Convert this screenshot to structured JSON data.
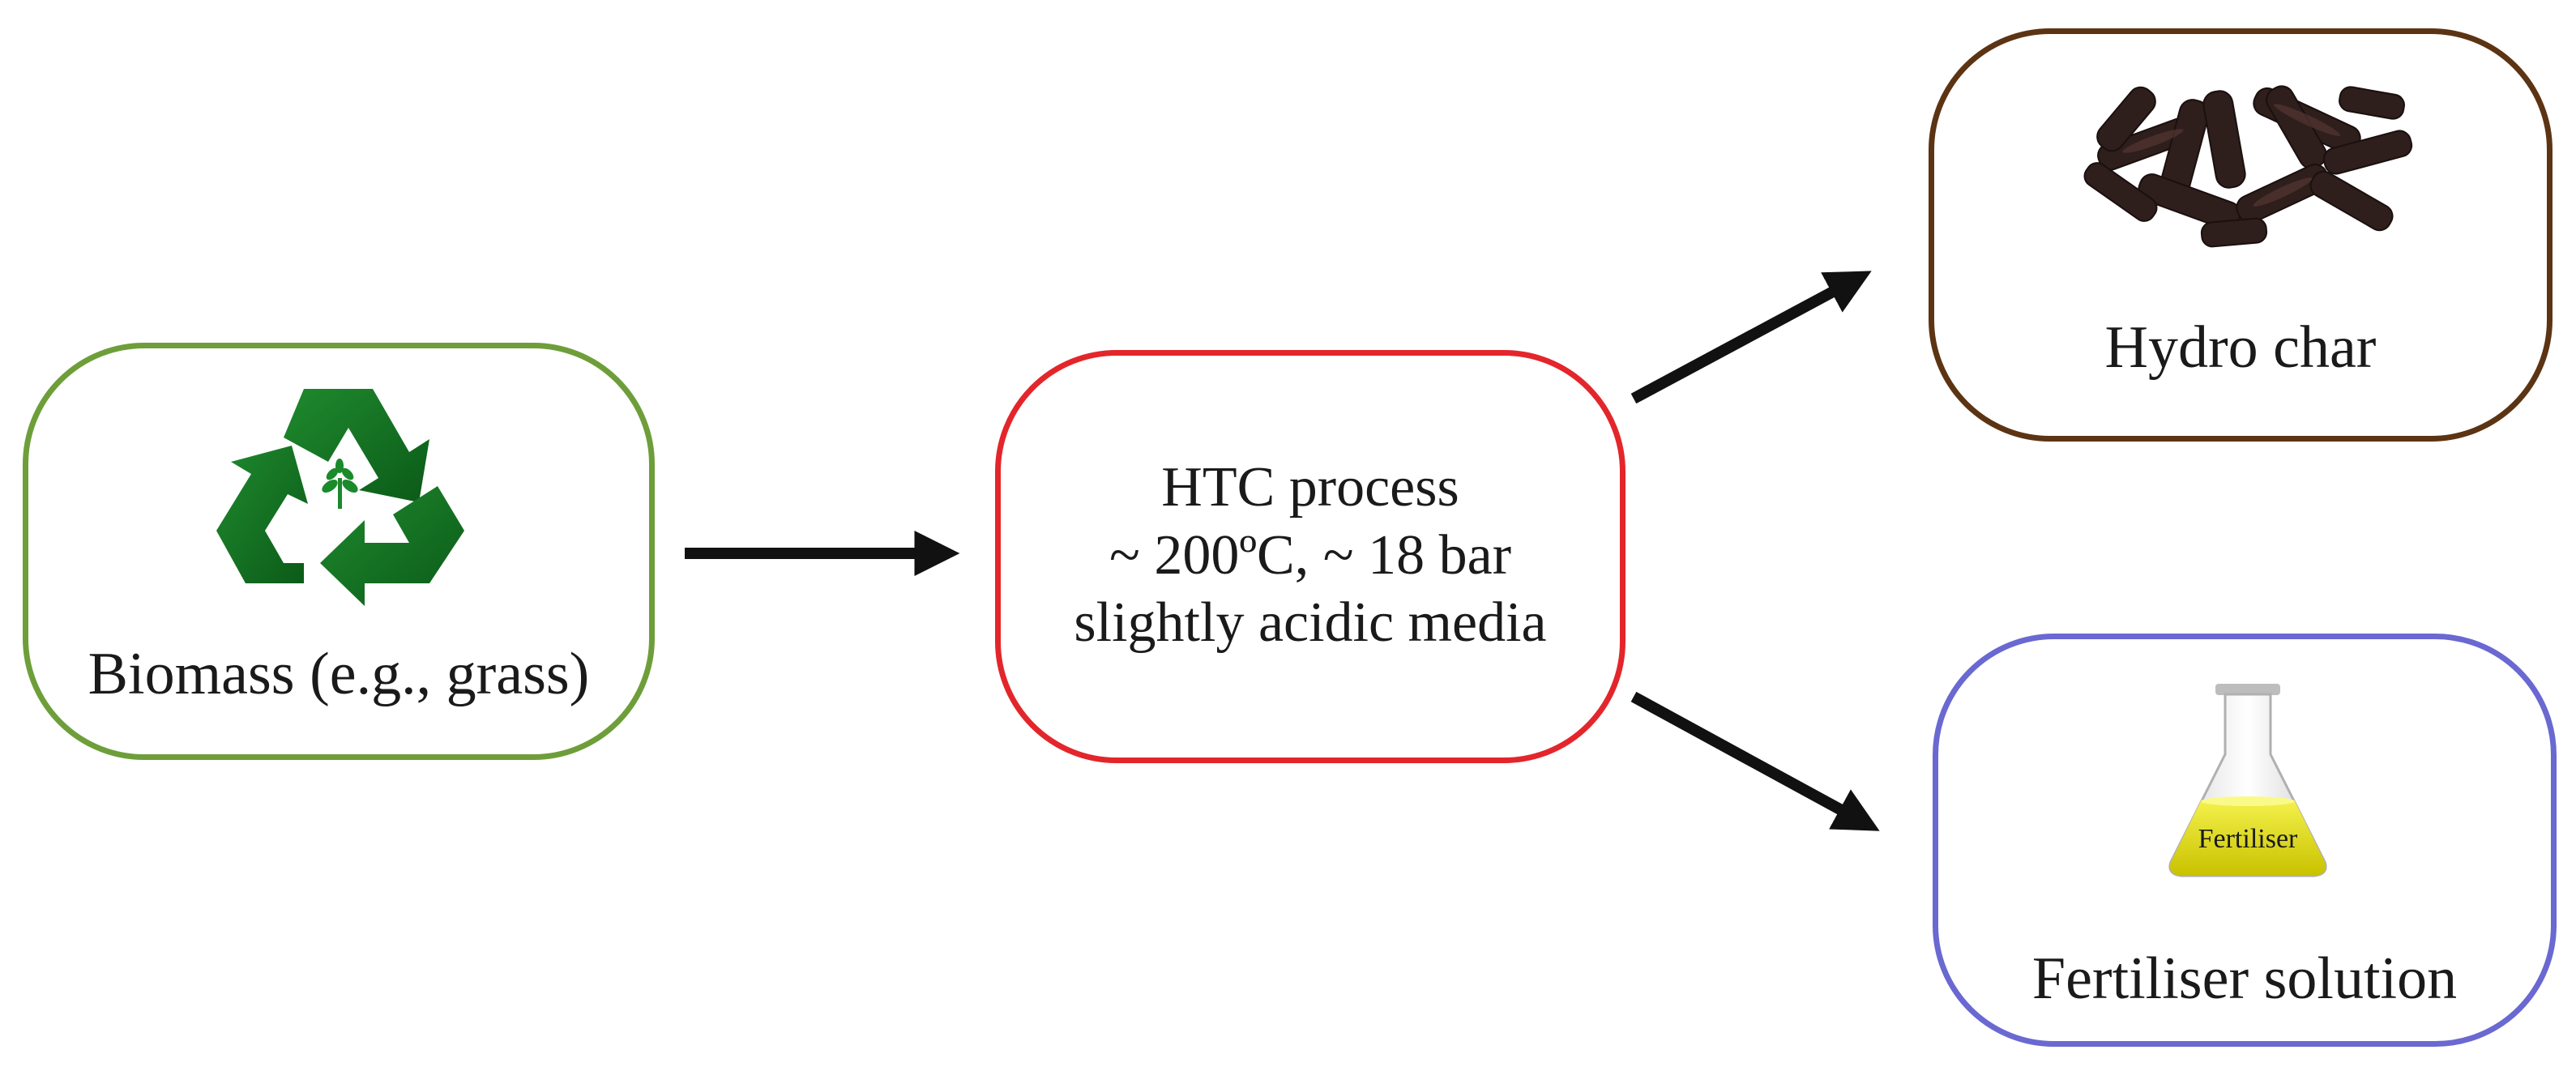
{
  "diagram": {
    "biomass_box": {
      "label": "Biomass (e.g., grass)",
      "icon": "recycle-plant-icon",
      "border_color": "#6e9e3a"
    },
    "htc_box": {
      "line1": "HTC process",
      "line2": "~ 200ºC, ~ 18 bar",
      "line3": "slightly acidic media",
      "border_color": "#e3262b"
    },
    "hydrochar_box": {
      "label": "Hydro char",
      "icon": "hydrochar-pellets-icon",
      "border_color": "#5c3413"
    },
    "fertiliser_box": {
      "label": "Fertiliser solution",
      "flask_label": "Fertiliser",
      "icon": "flask-icon",
      "border_color": "#6a68d1"
    },
    "arrow_color": "#111111"
  }
}
